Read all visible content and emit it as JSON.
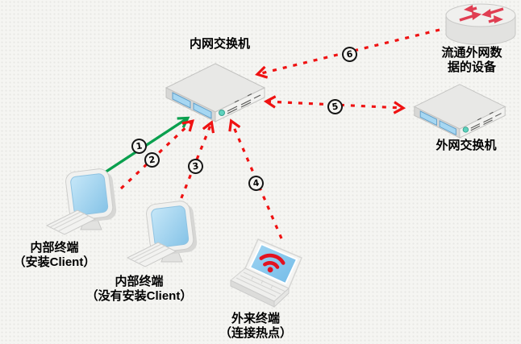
{
  "diagram": {
    "nodes": {
      "internal_switch": {
        "label": "内网交换机",
        "type": "switch"
      },
      "external_switch": {
        "label": "外网交换机",
        "type": "switch"
      },
      "external_data_device": {
        "label_line1": "流通外网数",
        "label_line2": "据的设备",
        "type": "router"
      },
      "terminal_with_client": {
        "label_line1": "内部终端",
        "label_line2": "（安装Client）",
        "type": "desktop"
      },
      "terminal_without_client": {
        "label_line1": "内部终端",
        "label_line2": "（没有安装Client）",
        "type": "desktop"
      },
      "external_terminal": {
        "label_line1": "外来终端",
        "label_line2": "（连接热点）",
        "type": "laptop"
      }
    },
    "steps": {
      "s1": "1",
      "s2": "2",
      "s3": "3",
      "s4": "4",
      "s5": "5",
      "s6": "6"
    },
    "edges": [
      {
        "step": "1",
        "from": "terminal_with_client",
        "to": "internal_switch",
        "line": "solid",
        "color": "green",
        "direction": "one-way"
      },
      {
        "step": "2",
        "from": "terminal_with_client",
        "to": "internal_switch",
        "line": "dashed",
        "color": "red",
        "direction": "one-way"
      },
      {
        "step": "3",
        "from": "terminal_without_client",
        "to": "internal_switch",
        "line": "dashed",
        "color": "red",
        "direction": "one-way"
      },
      {
        "step": "4",
        "from": "external_terminal",
        "to": "internal_switch",
        "line": "dashed",
        "color": "red",
        "direction": "one-way"
      },
      {
        "step": "5",
        "from": "external_switch",
        "to": "internal_switch",
        "line": "dashed",
        "color": "red",
        "direction": "two-way"
      },
      {
        "step": "6",
        "from": "external_data_device",
        "to": "internal_switch",
        "line": "dashed",
        "color": "red",
        "direction": "one-way"
      }
    ],
    "colors": {
      "arrow_red": "#ef1212",
      "arrow_green": "#0aa04e",
      "screen_blue": "#a8d9f2",
      "wifi_red": "#e31220",
      "device_gray": "#e9e9e7",
      "port_blue": "#a6d7f2",
      "led_teal": "#5fd2be",
      "background": "#f5f5f2"
    }
  }
}
